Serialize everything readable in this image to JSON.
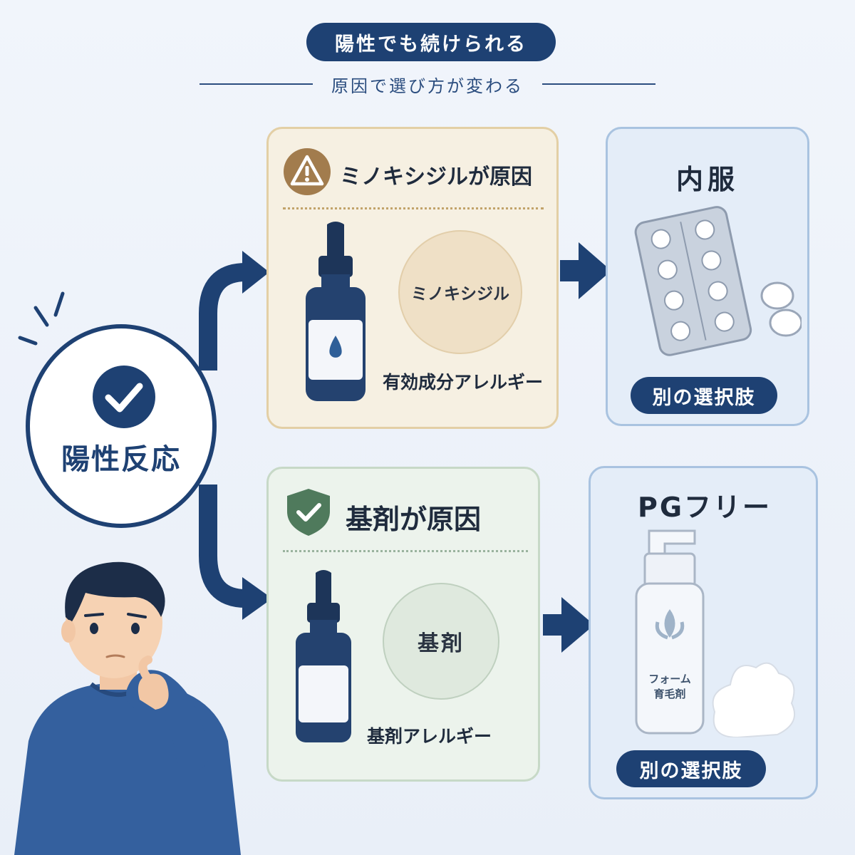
{
  "header": {
    "title": "陽性でも続けられる",
    "subtitle": "原因で選び方が変わる"
  },
  "result": {
    "label": "陽性反応",
    "icon": "check-circle-icon"
  },
  "branches": [
    {
      "cause_title": "ミノキシジルが原因",
      "cause_icon": "warning-icon",
      "ingredient": "ミノキシジル",
      "allergy_label": "有効成分アレルギー",
      "alternative_title": "内服",
      "alternative_button": "別の選択肢"
    },
    {
      "cause_title": "基剤が原因",
      "cause_icon": "shield-check-icon",
      "ingredient": "基剤",
      "allergy_label": "基剤アレルギー",
      "alternative_title": "PGフリー",
      "alternative_product_label_1": "フォーム",
      "alternative_product_label_2": "育毛剤",
      "alternative_button": "別の選択肢"
    }
  ],
  "colors": {
    "navy": "#1e4173",
    "warning_brown": "#a27c4d",
    "shield_green": "#4f7a5c",
    "cause1_bg": "#f6f0e2",
    "cause2_bg": "#ecf3ec",
    "alt_bg": "#e4edf8"
  }
}
